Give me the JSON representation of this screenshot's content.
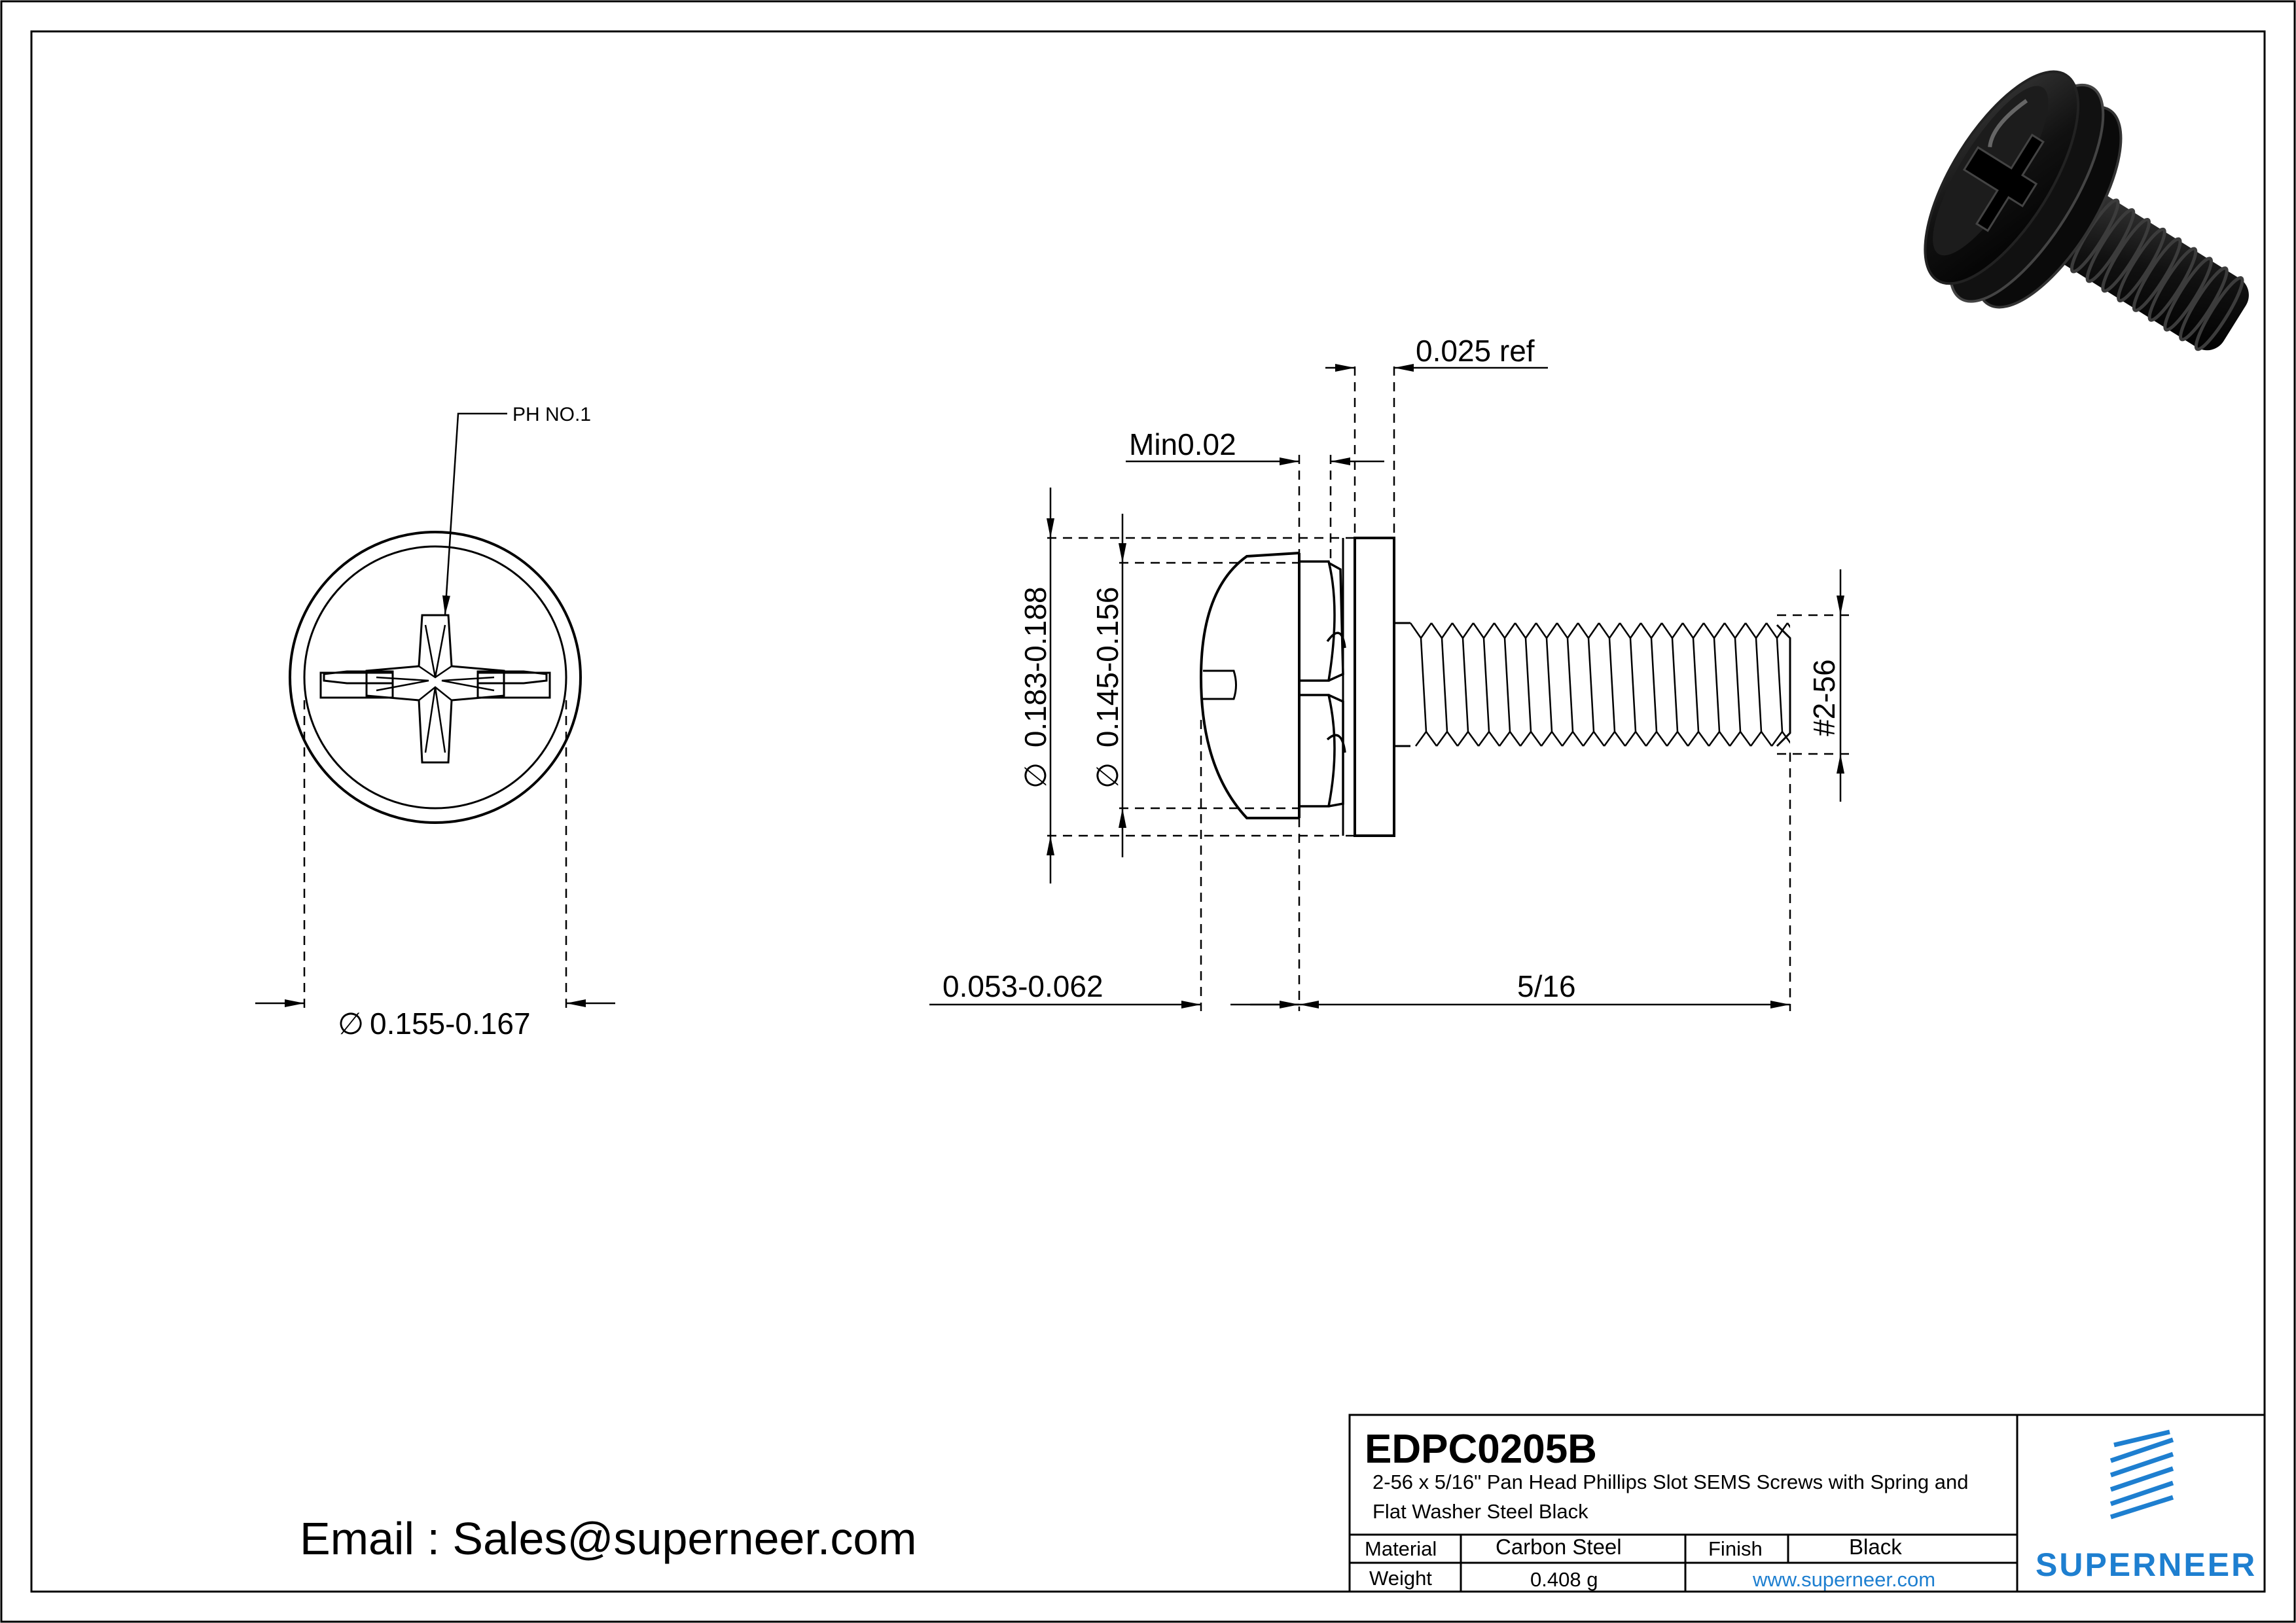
{
  "drawing": {
    "front_view": {
      "callout": "PH NO.1",
      "diameter_dim": "0.155-0.167"
    },
    "side_view": {
      "washer_thickness": "0.025 ref",
      "min_gap": "Min0.02",
      "outer_diameter": "0.183-0.188",
      "inner_diameter": "0.145-0.156",
      "thread": "#2-56",
      "head_height": "0.053-0.062",
      "length": "5/16"
    },
    "diameter_symbol": "∅"
  },
  "email": "Email : Sales@superneer.com",
  "title_block": {
    "part_number": "EDPC0205B",
    "description_line1": "2-56 x 5/16\" Pan Head Phillips Slot SEMS Screws with Spring and",
    "description_line2": "Flat Washer Steel Black",
    "material_label": "Material",
    "material_value": "Carbon Steel",
    "finish_label": "Finish",
    "finish_value": "Black",
    "weight_label": "Weight",
    "weight_value": "0.408 g",
    "website": "www.superneer.com",
    "brand": "SUPERNEER",
    "brand_color": "#1e7fd0",
    "website_color": "#1e7fd0",
    "logo_icon": "stacked-diagonal-lines-logo"
  }
}
